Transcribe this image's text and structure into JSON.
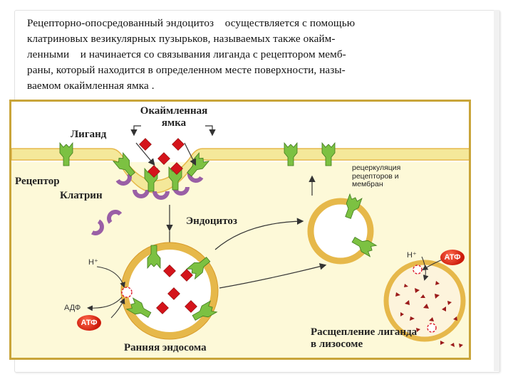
{
  "paragraph": {
    "lines": [
      "Рецепторно-опосредованный эндоцитоз    осуществляется с помощью",
      "клатриновых везикулярных пузырьков, называемых также окайм-",
      "ленными    и начинается со связывания лиганда с рецептором мемб-",
      "раны, который находится в определенном месте поверхности, назы-",
      "ваемом окаймленная ямка ."
    ]
  },
  "diagram": {
    "labels": {
      "coated_pit": "Окаймленная ямка",
      "ligand": "Лиганд",
      "receptor": "Рецептор",
      "clathrin": "Клатрин",
      "endocytosis": "Эндоцитоз",
      "recycling": "рецеркуляция рецепторов и мембран",
      "h_plus_left": "H⁺",
      "h_plus_right": "H⁺",
      "adp": "АДФ",
      "atp_left": "АТФ",
      "atp_right": "АТФ",
      "early_endosome": "Ранняя эндосома",
      "lysosome_cleavage": "Расщепление лиганда в лизосоме"
    },
    "colors": {
      "frame": "#c9a53a",
      "membrane": "#f4e89a",
      "membrane_edge": "#e6b84a",
      "receptor": "#7cc142",
      "ligand": "#d4141b",
      "clathrin": "#9a5fa6",
      "cytoplasm": "#fdf9d8"
    }
  }
}
